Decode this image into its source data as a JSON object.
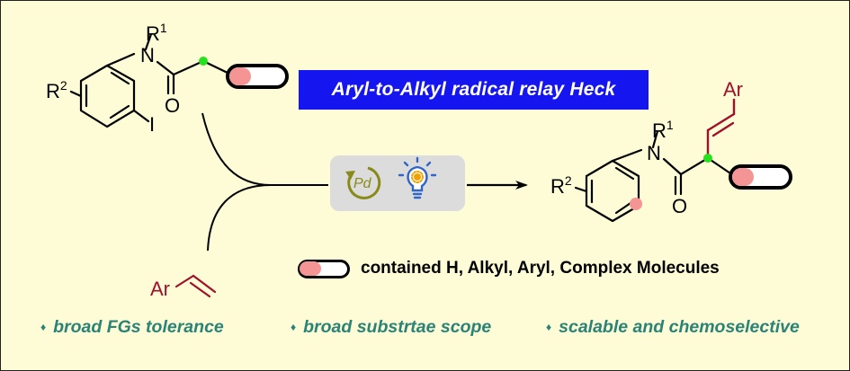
{
  "banner": {
    "text": "Aryl-to-Alkyl radical relay Heck"
  },
  "catalyst": {
    "label": "Pd"
  },
  "reactant": {
    "r1": "R",
    "r1_sup": "1",
    "r2": "R",
    "r2_sup": "2",
    "nitrogen": "N",
    "oxygen": "O",
    "iodine": "I"
  },
  "product": {
    "r1": "R",
    "r1_sup": "1",
    "r2": "R",
    "r2_sup": "2",
    "nitrogen": "N",
    "oxygen": "O",
    "aryl": "Ar"
  },
  "styrene": {
    "aryl": "Ar"
  },
  "legend": {
    "text": "contained H, Alkyl, Aryl, Complex Molecules"
  },
  "features": [
    {
      "bullet": "♦",
      "text": "broad FGs tolerance"
    },
    {
      "bullet": "♦",
      "text": "broad substrtae scope"
    },
    {
      "bullet": "♦",
      "text": "scalable and chemoselective"
    }
  ],
  "colors": {
    "background": "#fdfcd6",
    "banner": "#1515f0",
    "highlight_bond": "#a0102a",
    "radical_dot": "#27e01e",
    "pill_fill": "#f59494",
    "feature_text": "#2a8376",
    "pd_ring": "#8a8a1a",
    "bulb": "#2f66c8"
  }
}
